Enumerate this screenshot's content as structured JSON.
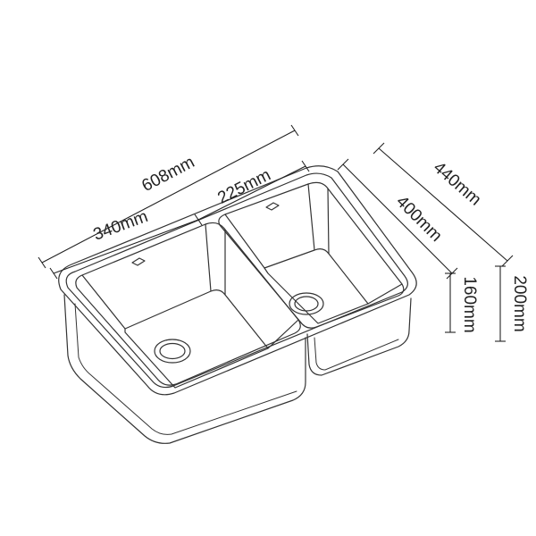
{
  "dimensions": {
    "overall_width": "608mm",
    "small_bowl_width": "225mm",
    "large_bowl_width": "340mm",
    "overall_depth": "440mm",
    "bowl_length": "400mm",
    "overall_height": "200mm",
    "bowl_height": "160mm"
  },
  "colors": {
    "line": "#333333",
    "text": "#222222",
    "background": "#ffffff"
  }
}
